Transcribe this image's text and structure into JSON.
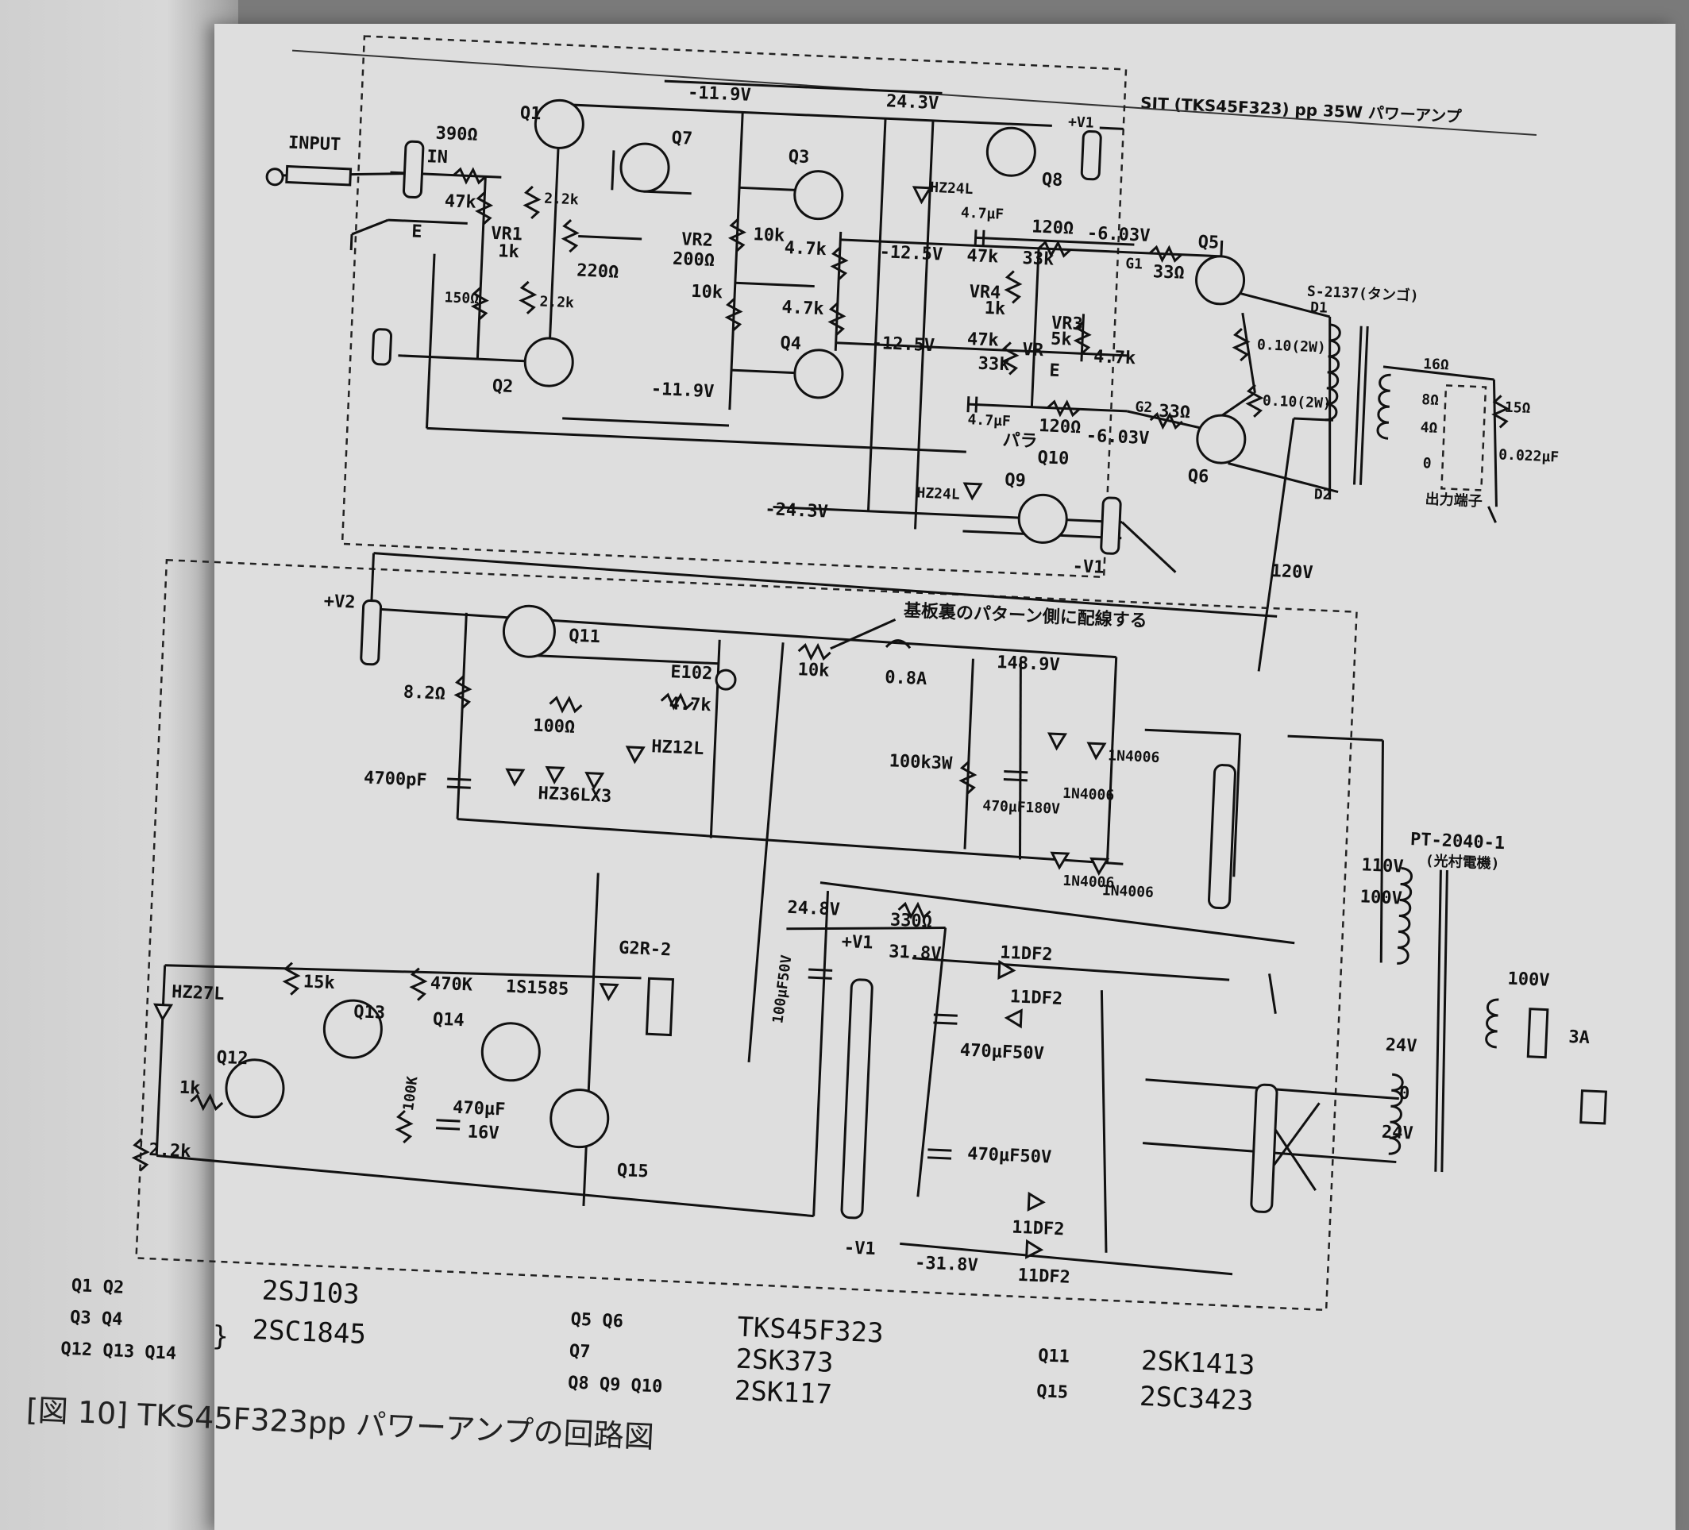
{
  "header": {
    "title": "SIT (TKS45F323) pp 35W パワーアンプ"
  },
  "labels": {
    "input": "INPUT",
    "in": "IN",
    "e": "E",
    "q1": "Q1",
    "q2": "Q2",
    "q3": "Q3",
    "q4": "Q4",
    "q5": "Q5",
    "q6": "Q6",
    "q7": "Q7",
    "q8": "Q8",
    "q9": "Q9",
    "q10": "Q10",
    "q11": "Q11",
    "q12": "Q12",
    "q13": "Q13",
    "q14": "Q14",
    "q15": "Q15",
    "r390": "390Ω",
    "r47k": "47k",
    "r150": "150Ω",
    "vr1": "VR1",
    "vr1k": "1k",
    "r22k_a": "2.2k",
    "r22k_b": "2.2k",
    "r220": "220Ω",
    "vr2": "VR2",
    "vr2v": "200Ω",
    "v_119a": "-11.9V",
    "v_119b": "-11.9V",
    "v_243": "24.3V",
    "v_243n": "-24.3V",
    "r10k_a": "10k",
    "r10k_b": "10k",
    "r47k_a": "4.7k",
    "r47k_b": "4.7k",
    "v_125a": "-12.5V",
    "v_125b": "-12.5V",
    "hz24l_a": "HZ24L",
    "hz24l_b": "HZ24L",
    "pv1": "+V1",
    "nv1": "-V1",
    "c47_a": "4.7μF",
    "c47_b": "4.7μF",
    "r120_a": "120Ω",
    "r120_b": "120Ω",
    "v_603a": "-6.03V",
    "v_603b": "-6.03V",
    "g1": "G1",
    "g2": "G2",
    "r33_a": "33Ω",
    "r33_b": "33Ω",
    "r47k_c": "47k",
    "r33k_a": "33k",
    "vr4": "VR4",
    "vr4v": "1k",
    "r47k_d": "47k",
    "vr": "VR",
    "r33k_b": "33k",
    "vr3": "VR3",
    "vr3v": "5k",
    "r47k_e": "4.7k",
    "e2": "E",
    "re_a": "0.10(2W)",
    "re_b": "0.10(2W)",
    "d1": "D1",
    "d2": "D2",
    "ot": "S-2137(タンゴ)",
    "r16": "16Ω",
    "t8": "8Ω",
    "t4": "4Ω",
    "t0": "0",
    "r15": "15Ω",
    "c022": "0.022μF",
    "outterm": "出力端子",
    "para": "パラ",
    "v120": "120V",
    "pv2": "+V2",
    "r82": "8.2Ω",
    "c4700": "4700pF",
    "r100": "100Ω",
    "e102": "E102",
    "r47k_f": "4.7k",
    "hz12l": "HZ12L",
    "hz36": "HZ36LX3",
    "r10k_c": "10k",
    "note": "基板裏のパターン側に配線する",
    "fuse": "0.8A",
    "v1489": "148.9V",
    "r100k3w": "100k3W",
    "c470_180": "470μF180V",
    "d1n_a": "1N4006",
    "d1n_b": "1N4006",
    "d1n_c": "1N4006",
    "d1n_d": "1N4006",
    "pt": "PT-2040-1",
    "pt_maker": "(光村電機)",
    "t110": "110V",
    "t100": "100V",
    "t24a": "24V",
    "t0b": "0",
    "t24b": "24V",
    "p100": "100V",
    "f3a": "3A",
    "v248": "24.8V",
    "r330": "330Ω",
    "c100": "100μF50V",
    "pv1b": "+V1",
    "v318": "31.8V",
    "v318n": "-31.8V",
    "nv1b": "-V1",
    "df_a": "11DF2",
    "df_b": "11DF2",
    "df_c": "11DF2",
    "df_d": "11DF2",
    "c470_a": "470μF50V",
    "c470_b": "470μF50V",
    "g2r": "G2R-2",
    "hz27l": "HZ27L",
    "r15k": "15k",
    "r470k": "470K",
    "s1585": "1S1585",
    "r1k": "1k",
    "r22k_c": "2.2k",
    "r100k": "100K",
    "c470_16a": "470μF",
    "c470_16b": "16V"
  },
  "parts": [
    {
      "q": "Q1 Q2",
      "part": "2SJ103"
    },
    {
      "q": "Q3 Q4\nQ12 Q13 Q14",
      "part": "2SC1845"
    },
    {
      "q": "Q5 Q6",
      "part": "TKS45F323"
    },
    {
      "q": "Q7",
      "part": "2SK373"
    },
    {
      "q": "Q8 Q9 Q10",
      "part": "2SK117"
    },
    {
      "q": "Q11",
      "part": "2SK1413"
    },
    {
      "q": "Q15",
      "part": "2SC3423"
    }
  ],
  "parts_text": {
    "q12": "Q1  Q2",
    "q34": "Q3  Q4",
    "q121314": "Q12 Q13 Q14",
    "p12": "2SJ103",
    "p34": "2SC1845",
    "q56": "Q5  Q6",
    "q7": "Q7",
    "q8910": "Q8  Q9  Q10",
    "p56": "TKS45F323",
    "p7": "2SK373",
    "p8910": "2SK117",
    "q11": "Q11",
    "q15": "Q15",
    "p11": "2SK1413",
    "p15": "2SC3423"
  },
  "caption": "[図 10]  TKS45F323pp パワーアンプの回路図"
}
